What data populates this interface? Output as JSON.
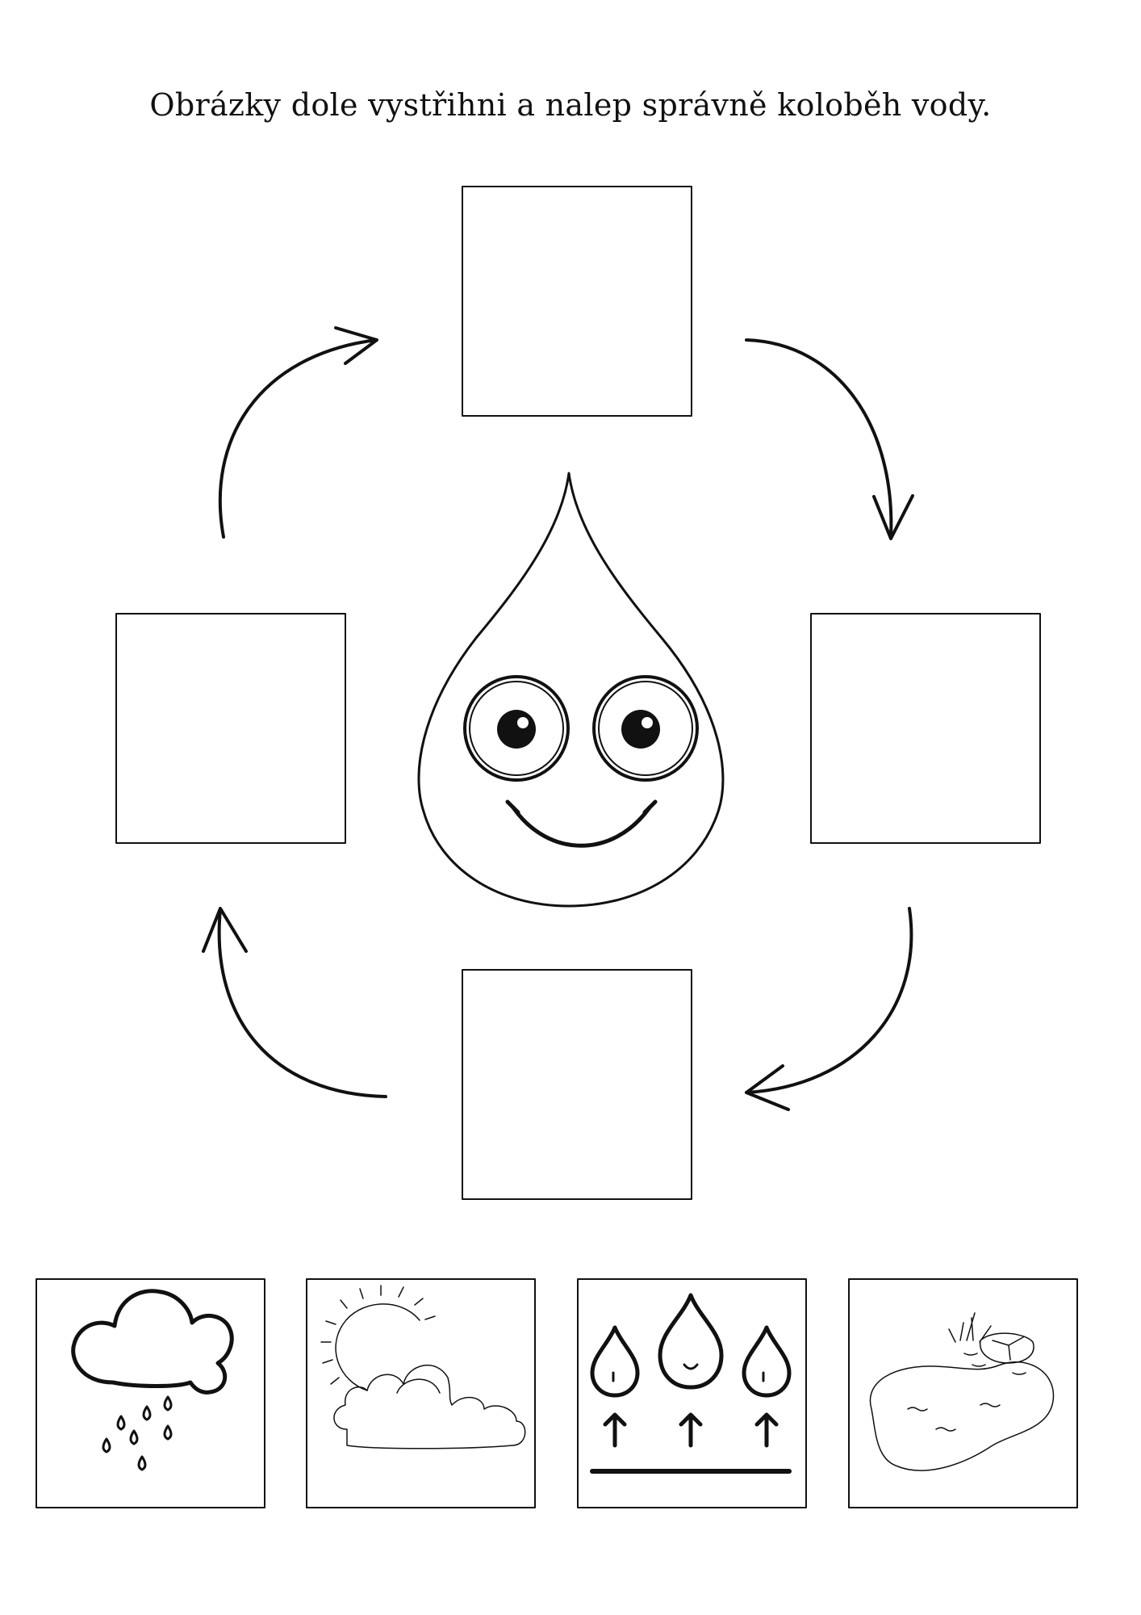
{
  "worksheet": {
    "instruction": "Obrázky dole vystřihni a nalep správně koloběh vody.",
    "ink_color": "#111111",
    "paste_slots": [
      {
        "position": "top"
      },
      {
        "position": "right"
      },
      {
        "position": "bottom"
      },
      {
        "position": "left"
      }
    ],
    "cycle_arrows": [
      {
        "direction": "clockwise",
        "from": "left",
        "to": "top"
      },
      {
        "direction": "clockwise",
        "from": "top",
        "to": "right"
      },
      {
        "direction": "clockwise",
        "from": "right",
        "to": "bottom"
      },
      {
        "direction": "clockwise",
        "from": "bottom",
        "to": "left"
      }
    ],
    "center_illustration": {
      "icon": "smiling-water-drop-icon"
    },
    "cutout_cards": [
      {
        "icon": "rain-cloud-icon"
      },
      {
        "icon": "sun-cloud-icon"
      },
      {
        "icon": "evaporation-icon"
      },
      {
        "icon": "pond-icon"
      }
    ]
  }
}
